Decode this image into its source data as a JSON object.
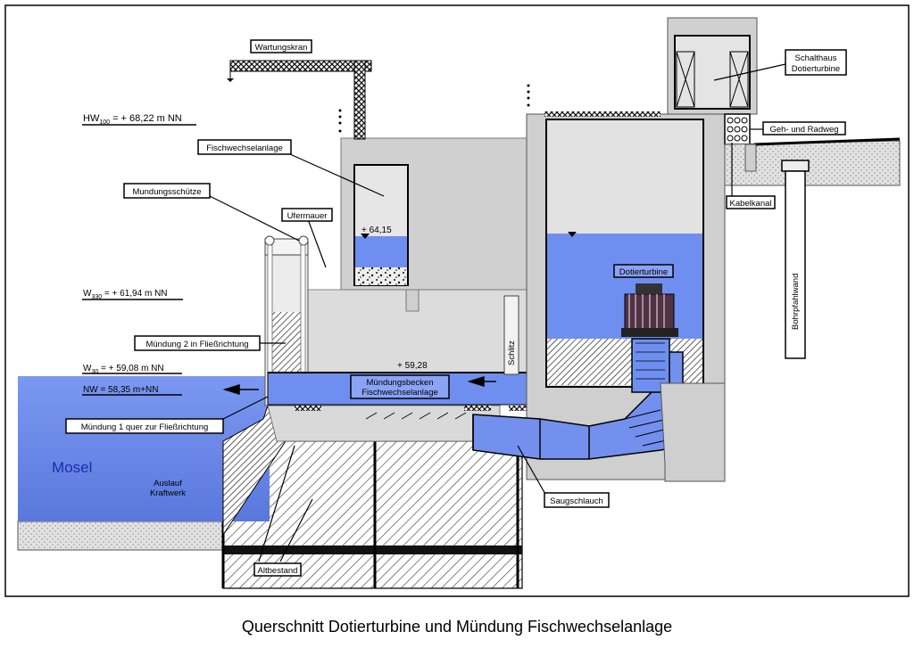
{
  "labels": {
    "wartungskran": "Wartungskran",
    "schalthaus_line1": "Schalthaus",
    "schalthaus_line2": "Dotierturbine",
    "geh_radweg": "Geh- und Radweg",
    "kabelkanal": "Kabelkanal",
    "fischwechselanlage": "Fischwechselanlage",
    "mundungsschutze": "Mundungsschütze",
    "ufermauer": "Ufermauer",
    "dotierturbine": "Dotierturbine",
    "bohrpfahlwand": "Bohrpfahlwand",
    "mundung2": "Mündung 2 in Fließrichtung",
    "mundungsbecken_line1": "Mündungsbecken",
    "mundungsbecken_line2": "Fischwechselanlage",
    "schlitz": "Schlitz",
    "mundung1": "Mündung 1 quer zur Fließrichtung",
    "mosel": "Mosel",
    "auslauf_line1": "Auslauf",
    "auslauf_line2": "Kraftwerk",
    "saugschlauch": "Saugschlauch",
    "altbestand": "Altbestand"
  },
  "levels": {
    "hw100_prefix": "HW",
    "hw100_sub": "100",
    "hw100_value": " = + 68,22 m NN",
    "w330_prefix": "W",
    "w330_sub": "330",
    "w330_value": " = + 61,94 m NN",
    "w30_prefix": "W",
    "w30_sub": "30",
    "w30_value": " = + 59,08 m NN",
    "nw": "NW = 58,35 m+NN",
    "elev_6415": "+ 64,15",
    "elev_5928": "+ 59,28"
  },
  "caption": "Querschnitt Dotierturbine und Mündung Fischwechselanlage",
  "colors": {
    "water": "#6f8ff0",
    "water_light": "#8aa3f4",
    "concrete": "#d6d6d6",
    "concrete_dark": "#bdbdbd",
    "turbine": "#5a3a4a"
  }
}
